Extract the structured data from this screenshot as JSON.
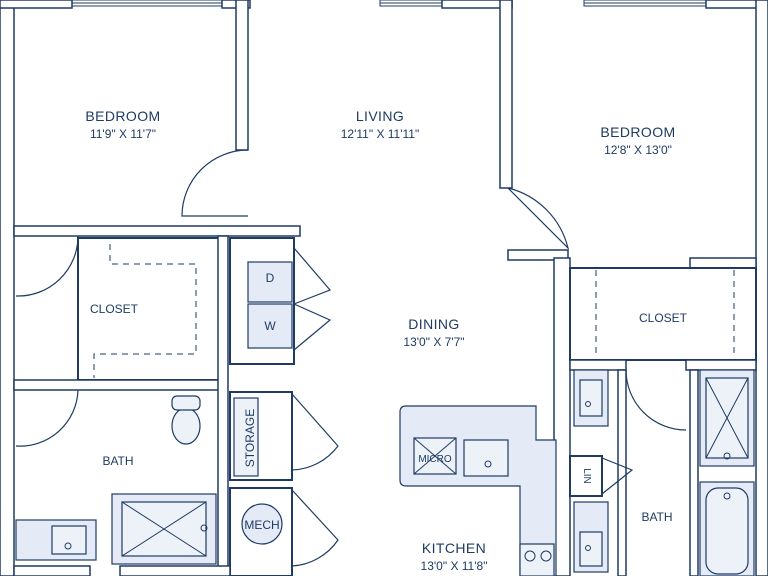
{
  "rooms": {
    "bedroom_left": {
      "name": "BEDROOM",
      "dims": "11'9\" X 11'7\""
    },
    "living": {
      "name": "LIVING",
      "dims": "12'11\" X 11'11\""
    },
    "bedroom_right": {
      "name": "BEDROOM",
      "dims": "12'8\" X 13'0\""
    },
    "dining": {
      "name": "DINING",
      "dims": "13'0\" X 7'7\""
    },
    "kitchen": {
      "name": "KITCHEN",
      "dims": "13'0\" X 11'8\""
    },
    "closet_left": {
      "name": "CLOSET"
    },
    "closet_right": {
      "name": "CLOSET"
    },
    "bath_left": {
      "name": "BATH"
    },
    "bath_right": {
      "name": "BATH"
    }
  },
  "labels": {
    "dryer": "D",
    "washer": "W",
    "storage": "STORAGE",
    "mech": "MECH",
    "micro": "MICRO",
    "linen": "LIN"
  },
  "colors": {
    "wall": "#1f3b63",
    "fixture_fill": "#e4ebf6",
    "background": "#ffffff"
  }
}
